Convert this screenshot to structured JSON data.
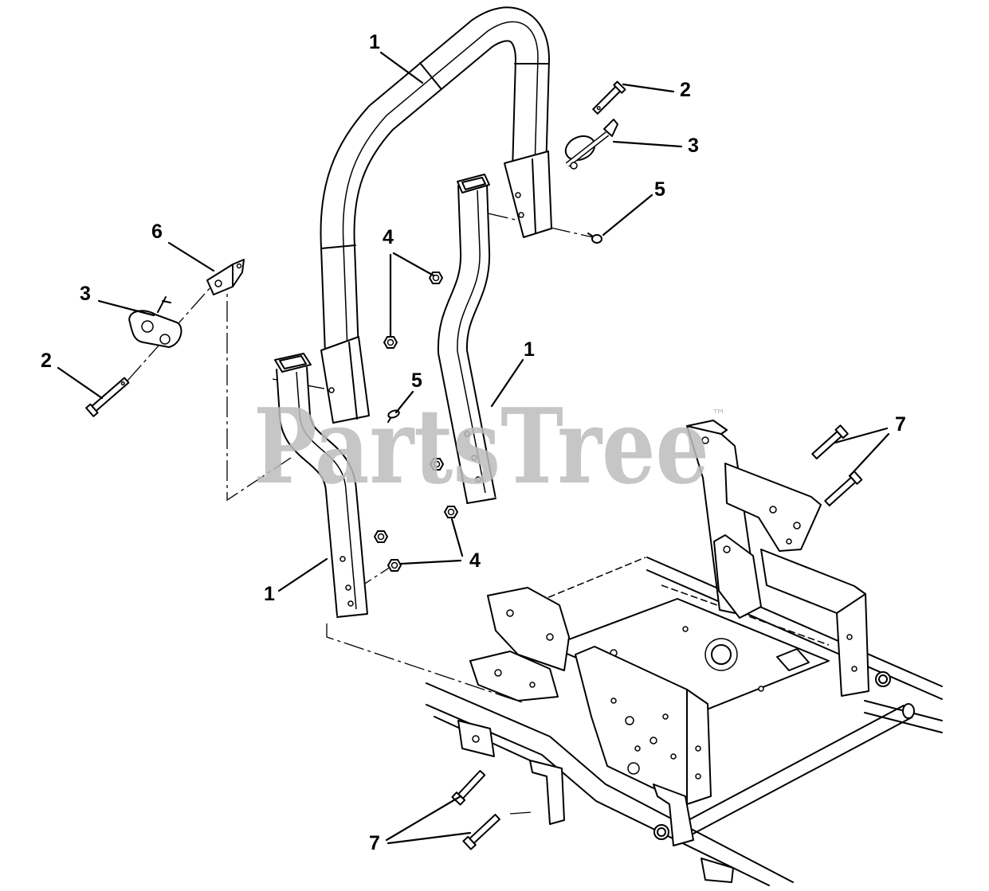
{
  "callouts": [
    "1",
    "2",
    "3",
    "5",
    "6",
    "4",
    "3",
    "2",
    "1",
    "5",
    "7",
    "4",
    "1",
    "7"
  ],
  "watermark": {
    "text": "PartsTree",
    "trademark": "™"
  }
}
